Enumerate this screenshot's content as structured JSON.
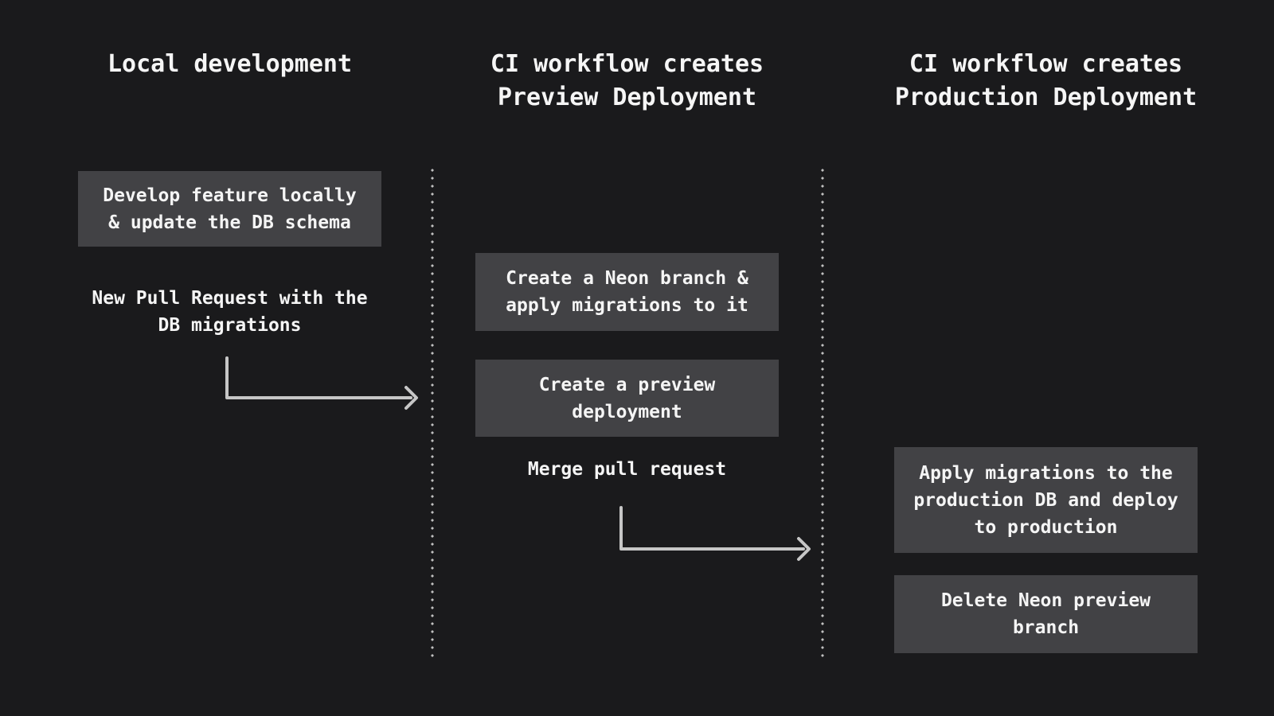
{
  "diagram": {
    "title_implicit": "",
    "colors": {
      "background": "#1a1a1c",
      "box_fill": "#424245",
      "text": "#f5f5f5",
      "arrow": "#c6c6c6",
      "dot": "#c0c0c0"
    },
    "columns": [
      {
        "id": "local",
        "header_lines": [
          "Local development",
          ""
        ]
      },
      {
        "id": "preview",
        "header_lines": [
          "CI workflow creates",
          "Preview Deployment"
        ]
      },
      {
        "id": "production",
        "header_lines": [
          "CI workflow creates",
          "Production Deployment"
        ]
      }
    ],
    "nodes": {
      "develop": {
        "kind": "box",
        "column": "local",
        "lines": [
          "Develop feature locally",
          "& update the DB schema"
        ]
      },
      "new_pr": {
        "kind": "label",
        "column": "local",
        "lines": [
          "New Pull Request with the",
          "DB migrations"
        ]
      },
      "create_branch": {
        "kind": "box",
        "column": "preview",
        "lines": [
          "Create a Neon branch &",
          "apply migrations to it"
        ]
      },
      "create_preview": {
        "kind": "box",
        "column": "preview",
        "lines": [
          "Create a preview",
          "deployment"
        ]
      },
      "merge_pr": {
        "kind": "label",
        "column": "preview",
        "lines": [
          "Merge pull request"
        ]
      },
      "apply_migrations": {
        "kind": "box",
        "column": "production",
        "lines": [
          "Apply migrations to the",
          "production DB and deploy",
          "to production"
        ]
      },
      "delete_branch": {
        "kind": "label_box",
        "column": "production",
        "lines": [
          "Delete Neon preview",
          "branch"
        ]
      }
    },
    "edges": [
      {
        "id": "arrow-new-pr-to-preview",
        "from": "new_pr",
        "to": "preview column"
      },
      {
        "id": "arrow-merge-to-production",
        "from": "merge_pr",
        "to": "production column"
      }
    ]
  }
}
